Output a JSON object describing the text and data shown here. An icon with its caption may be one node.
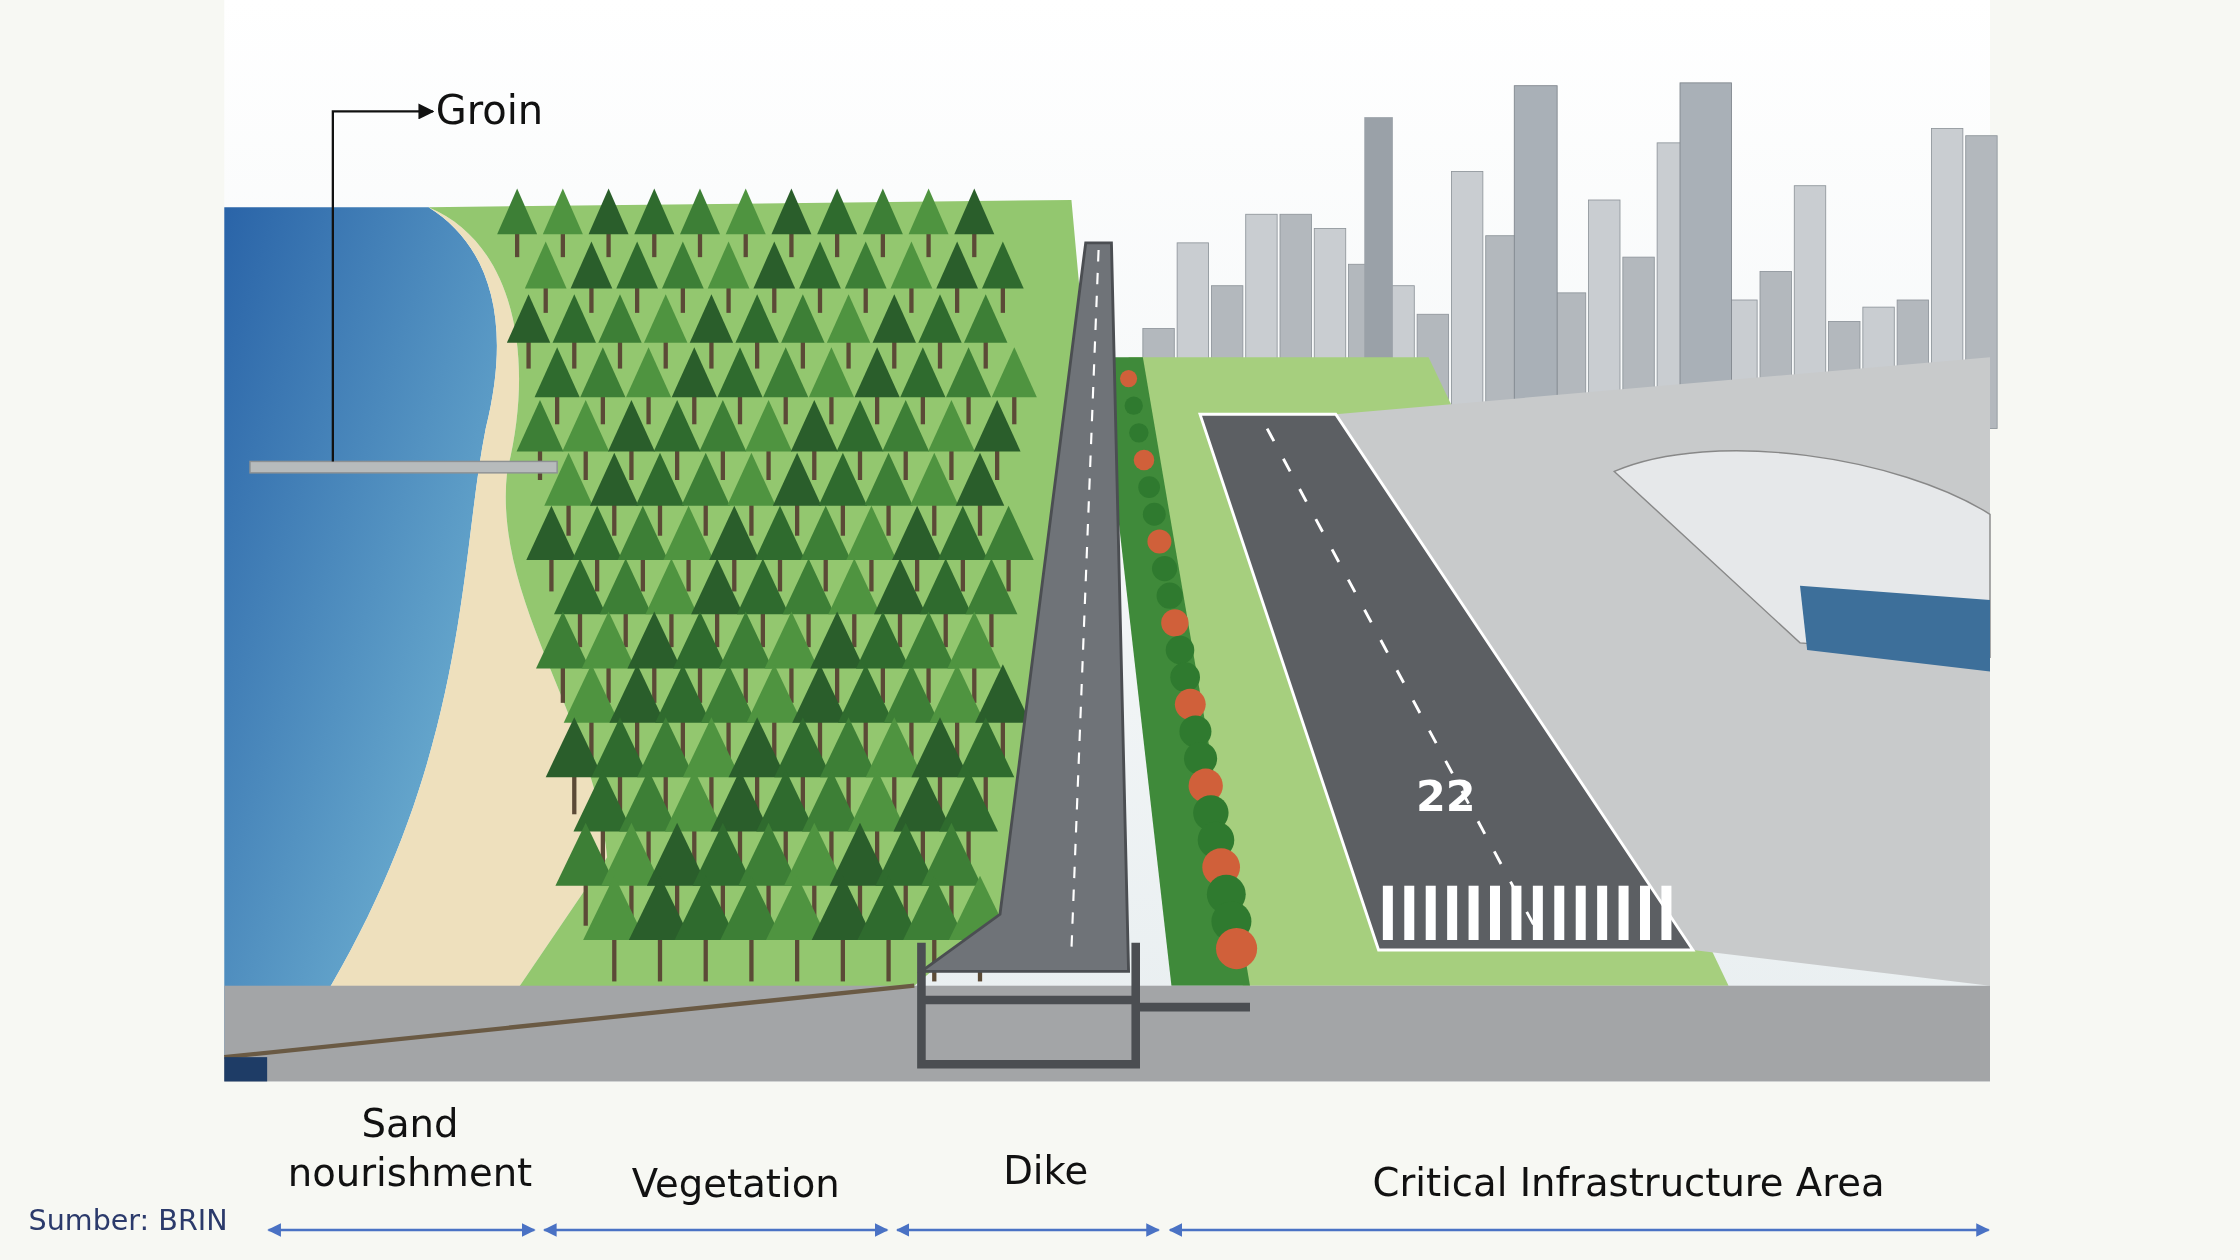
{
  "diagram": {
    "caption": "Sumber: BRIN",
    "nodes": [
      {
        "text": [
          "Groin"
        ]
      },
      {
        "text": [],
        "shape": "bar"
      }
    ],
    "edges": [
      {
        "from": 1,
        "to": 0,
        "arrow": "to"
      }
    ],
    "labels": [
      "22",
      "Sand nourishment",
      "Vegetation",
      "Dike",
      "Critical Infrastructure Area"
    ]
  }
}
